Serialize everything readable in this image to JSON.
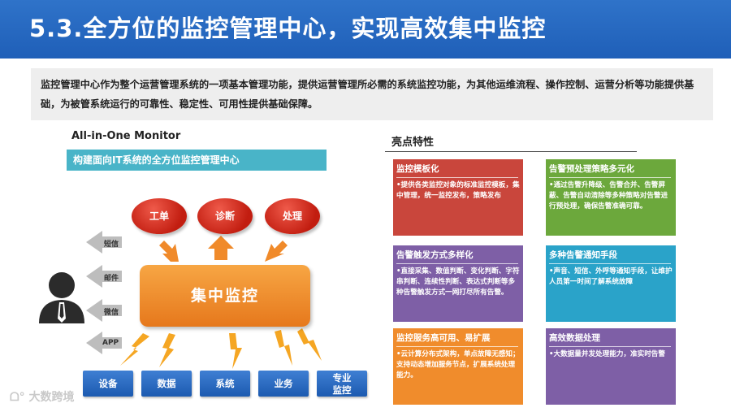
{
  "title": "5.3.全方位的监控管理中心，实现高效集中监控",
  "intro": "监控管理中心作为整个运营管理系统的一项基本管理功能，提供运营管理所必需的系统监控功能，为其他运维流程、操作控制、运营分析等功能提供基础，为被管系统运行的可靠性、稳定性、可用性提供基础保障。",
  "diagram": {
    "heading": "All-in-One Monitor",
    "banner": "构建面向IT系统的全方位监控管理中心",
    "outputs": [
      "工单",
      "诊断",
      "处理"
    ],
    "core": "集中监控",
    "channels": [
      "短信",
      "邮件",
      "微信",
      "APP"
    ],
    "sources": [
      "设备",
      "数据",
      "系统",
      "业务",
      "专业\n监控"
    ]
  },
  "highlights": {
    "heading": "亮点特性",
    "cards": [
      {
        "title": "监控模板化",
        "body": "•提供各类监控对象的标准监控模板，集中管理，统一监控发布，策略发布",
        "color": "#c9463c"
      },
      {
        "title": "告警预处理策略多元化",
        "body": "•通过告警升降级、告警合并、告警屏蔽、告警自动清除等多种策略对告警进行预处理，确保告警准确可靠。",
        "color": "#6ca83c"
      },
      {
        "title": "告警触发方式多样化",
        "body": "•直接采集、数值判断、变化判断、字符串判断、连续性判断、表达式判断等多种告警触发方式一网打尽所有告警。",
        "color": "#7e5fa6"
      },
      {
        "title": "多种告警通知手段",
        "body": "•声音、短信、外呼等通知手段，让维护人员第一时间了解系统故障",
        "color": "#2aa3c9"
      },
      {
        "title": "监控服务高可用、易扩展",
        "body": "•云计算分布式架构，单点故障无感知；支持动态增加服务节点，扩展系统处理能力。",
        "color": "#f08c2c"
      },
      {
        "title": "高效数据处理",
        "body": "•大数据量并发处理能力，准实时告警",
        "color": "#7e5fa6"
      }
    ]
  },
  "watermark": "大数跨境"
}
